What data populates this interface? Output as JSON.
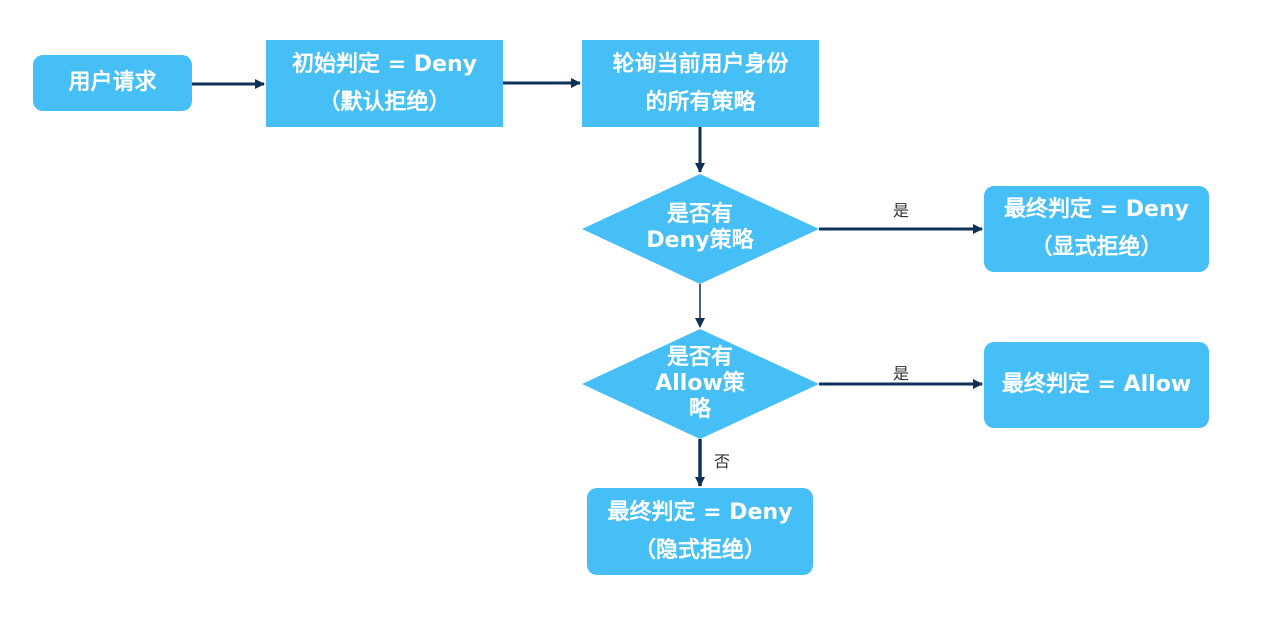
{
  "colors": {
    "node_fill": "#45bff5",
    "arrow": "#0f3057",
    "text_on_node": "#ffffff"
  },
  "nodes": {
    "user_request": {
      "label": "用户请求"
    },
    "initial": {
      "line1": "初始判定 = Deny",
      "line2": "（默认拒绝）"
    },
    "poll": {
      "line1": "轮询当前用户身份",
      "line2": "的所有策略"
    },
    "decision_deny": {
      "line1": "是否有",
      "line2": "Deny策略"
    },
    "decision_allow": {
      "line1": "是否有",
      "line2": "Allow策",
      "line3": "略"
    },
    "final_explicit": {
      "line1": "最终判定 = Deny",
      "line2": "（显式拒绝）"
    },
    "final_allow": {
      "label": "最终判定 = Allow"
    },
    "final_implicit": {
      "line1": "最终判定 = Deny",
      "line2": "（隐式拒绝）"
    }
  },
  "edges": {
    "yes_label_1": "是",
    "yes_label_2": "是",
    "no_label": "否"
  }
}
